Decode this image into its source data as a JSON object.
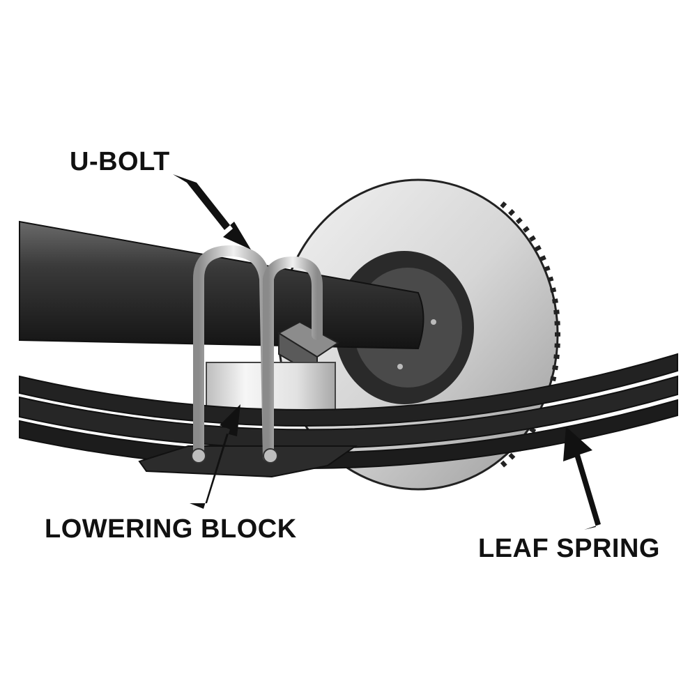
{
  "labels": {
    "u_bolt": "U-BOLT",
    "lowering_block": "LOWERING BLOCK",
    "leaf_spring": "LEAF SPRING"
  },
  "colors": {
    "background": "#ffffff",
    "axle": "#2e2e2e",
    "spring": "#1e1e1e",
    "rotor": "#d9d9d9",
    "hub": "#3a3a3a",
    "block": "#e6e6e6",
    "ubolt": "#c8c8c8",
    "text": "#111111"
  }
}
